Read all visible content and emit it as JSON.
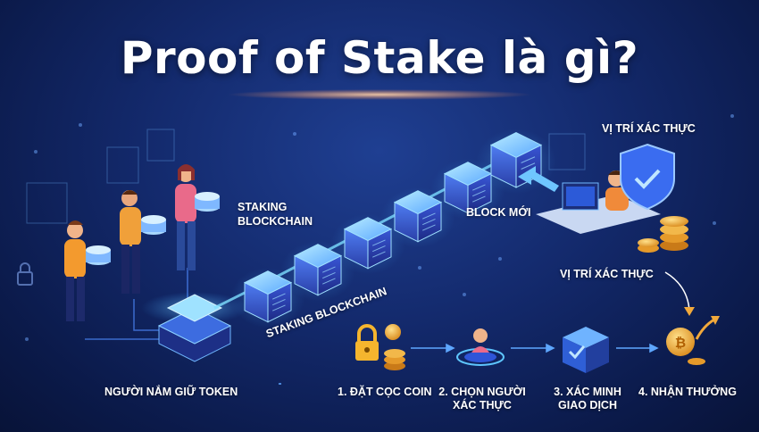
{
  "title": "Proof of Stake là gì?",
  "labels": {
    "token_holders": "NGƯỜI NẮM GIỮ TOKEN",
    "staking_blockchain_top_1": "STAKING",
    "staking_blockchain_top_2": "BLOCKCHAIN",
    "staking_blockchain_diag": "STAKING BLOCKCHAIN",
    "new_block": "BLOCK MỚI",
    "validator_top": "VỊ TRÍ XÁC THỰC",
    "validator_mid": "VỊ TRÍ XÁC THỰC"
  },
  "steps": [
    {
      "line1": "1. ĐẶT CỌC COIN",
      "line2": ""
    },
    {
      "line1": "2. CHỌN NGƯỜI",
      "line2": "XÁC THỰC"
    },
    {
      "line1": "3. XÁC MINH",
      "line2": "GIAO DỊCH"
    },
    {
      "line1": "4. NHẬN THƯỞNG",
      "line2": ""
    }
  ],
  "colors": {
    "accent_cyan": "#38d6ff",
    "accent_blue": "#5a8cff",
    "coin_gold": "#f2a93b",
    "lock_gold": "#f5b52e",
    "shield_blue": "#3a6cf0"
  },
  "icons": [
    "lock-icon",
    "coin-icon",
    "person-icon",
    "cube-check-icon",
    "coin-arrow-icon",
    "shield-check-icon",
    "monitor-icon"
  ]
}
